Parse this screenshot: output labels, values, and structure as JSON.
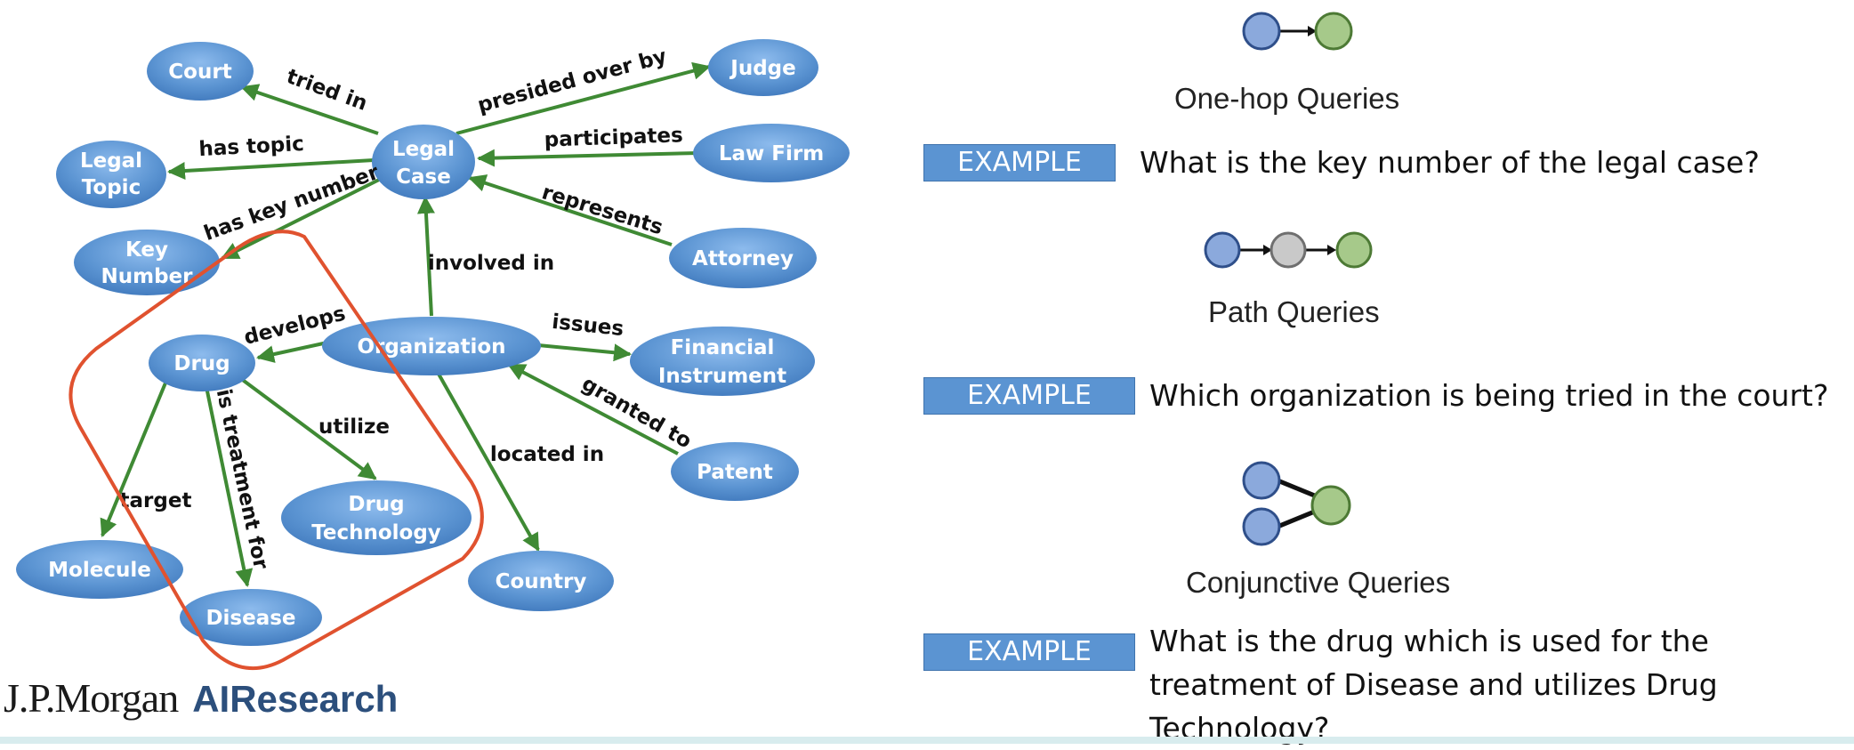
{
  "diagram": {
    "nodes": {
      "court": "Court",
      "judge": "Judge",
      "legal_topic": [
        "Legal",
        "Topic"
      ],
      "legal_case": [
        "Legal",
        "Case"
      ],
      "law_firm": "Law Firm",
      "key_number": [
        "Key",
        "Number"
      ],
      "attorney": "Attorney",
      "drug": "Drug",
      "organization": "Organization",
      "financial_instrument": [
        "Financial",
        "Instrument"
      ],
      "patent": "Patent",
      "drug_technology": [
        "Drug",
        "Technology"
      ],
      "molecule": "Molecule",
      "disease": "Disease",
      "country": "Country"
    },
    "edges": {
      "tried_in": "tried in",
      "presided_over_by": "presided over by",
      "has_topic": "has topic",
      "participates": "participates",
      "has_key_number": "has key number",
      "represents": "represents",
      "involved_in": "involved in",
      "develops": "develops",
      "issues": "issues",
      "utilize": "utilize",
      "granted_to": "granted to",
      "located_in": "located in",
      "target": "target",
      "is_treatment_for": "is treatment for"
    },
    "colors": {
      "node_fill": "#5b94d2",
      "edge": "#3f8a34",
      "highlight": "#e0522f"
    }
  },
  "brand": {
    "jpmorgan": "J.P.Morgan",
    "airesearch": "AIResearch"
  },
  "queries": [
    {
      "title": "One-hop Queries",
      "badge": "EXAMPLE",
      "question": [
        "What is the key number of the legal case?"
      ]
    },
    {
      "title": "Path Queries",
      "badge": "EXAMPLE",
      "question": [
        "Which organization is being tried in the court?"
      ]
    },
    {
      "title": "Conjunctive Queries",
      "badge": "EXAMPLE",
      "question": [
        "What is the drug which is used for the",
        "treatment of Disease and utilizes Drug",
        "Technology?"
      ]
    }
  ],
  "icon_colors": {
    "blue": "#8ba9dc",
    "green": "#a6c98a",
    "gray": "#c9c9c9"
  }
}
